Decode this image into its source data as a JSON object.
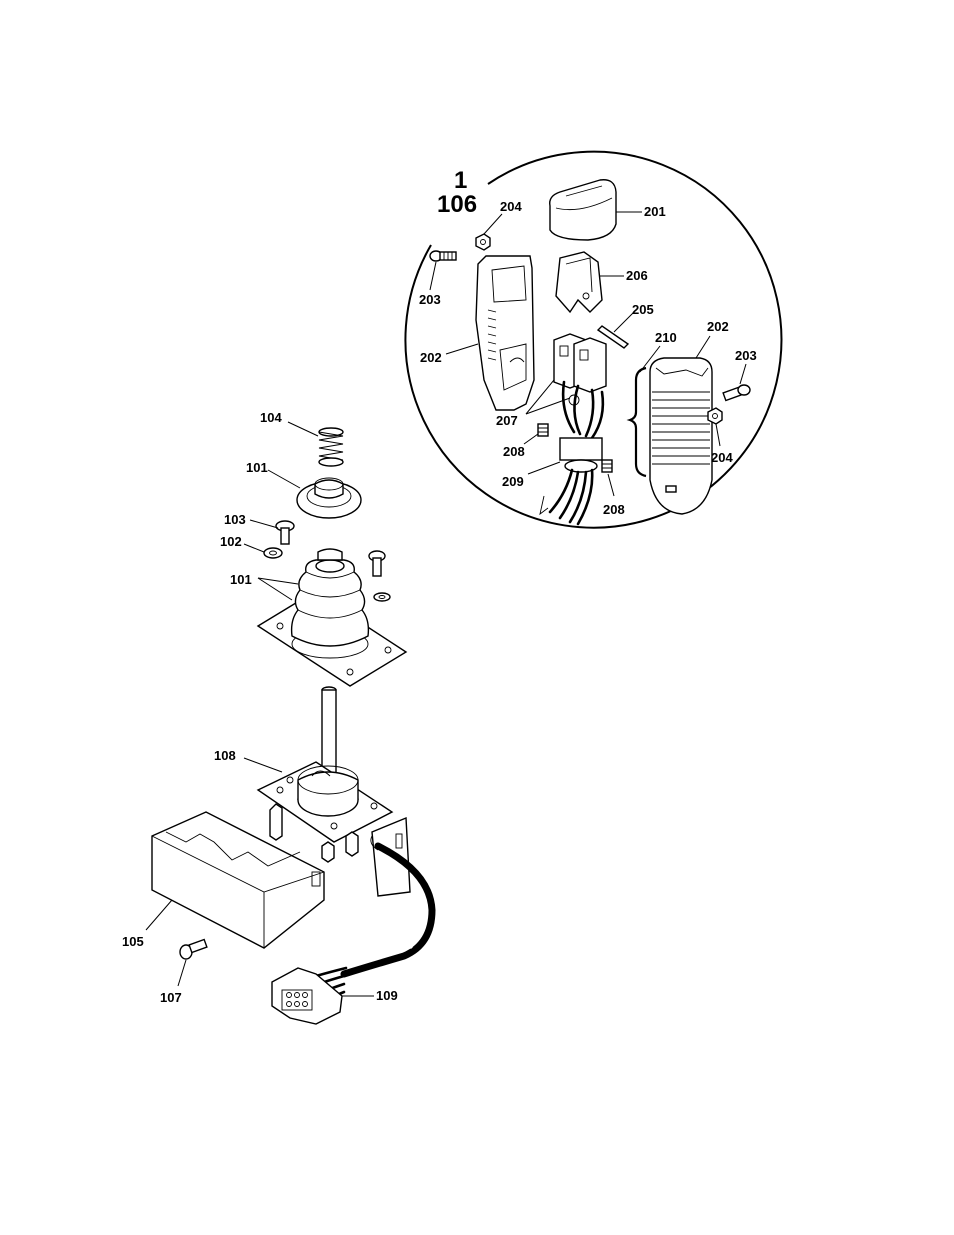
{
  "detail": {
    "assembly_label_top": "1",
    "assembly_label_bottom": "106"
  },
  "callouts": {
    "c201": "201",
    "c202_left": "202",
    "c202_right": "202",
    "c203_left": "203",
    "c203_right": "203",
    "c204_top": "204",
    "c204_right": "204",
    "c205": "205",
    "c206": "206",
    "c207": "207",
    "c208_left": "208",
    "c208_right": "208",
    "c209": "209",
    "c210": "210",
    "c101_top": "101",
    "c101_boot": "101",
    "c102": "102",
    "c103": "103",
    "c104": "104",
    "c105": "105",
    "c107": "107",
    "c108": "108",
    "c109": "109"
  },
  "colors": {
    "line": "#000000",
    "paper": "#ffffff"
  }
}
